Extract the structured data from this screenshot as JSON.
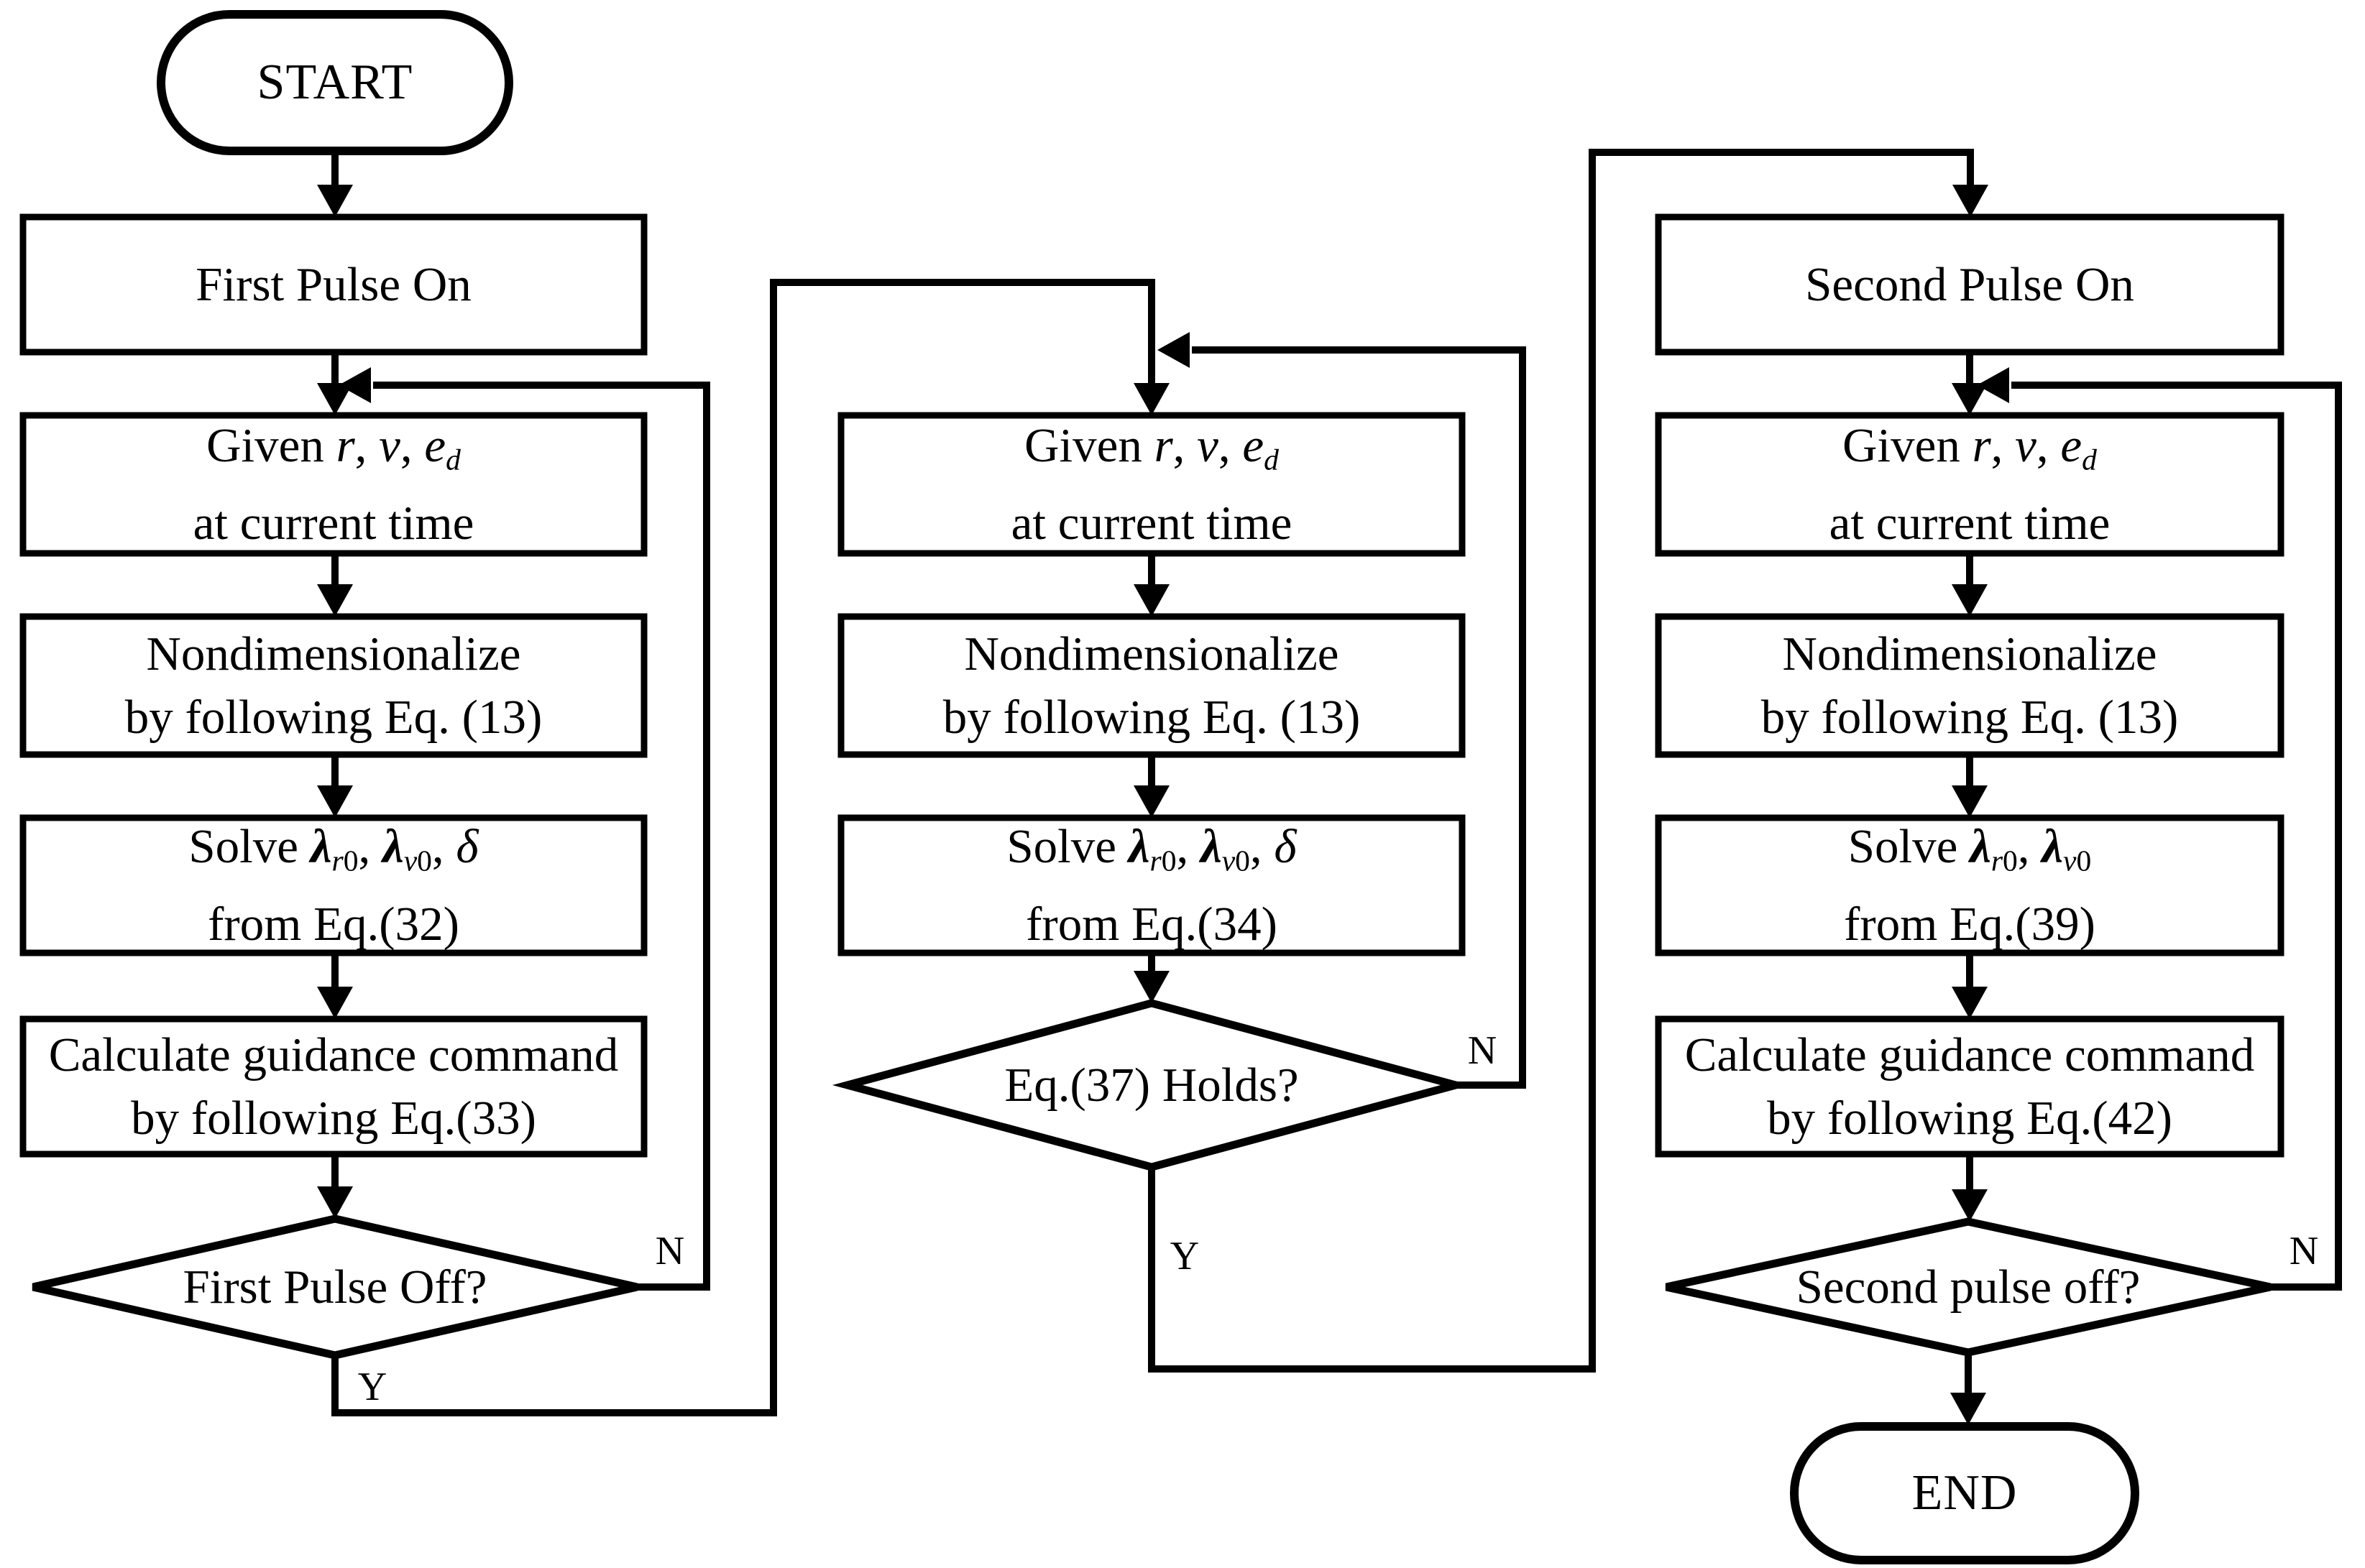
{
  "figure": {
    "type": "flowchart",
    "background": "#ffffff",
    "line_color": "#000000"
  },
  "branch_labels": {
    "yes": "Y",
    "no": "N"
  },
  "nodes": {
    "start": {
      "type": "terminator",
      "lines": [
        [
          {
            "t": "START"
          }
        ]
      ]
    },
    "first_pulse_on": {
      "type": "process",
      "lines": [
        [
          {
            "t": "First Pulse On"
          }
        ]
      ]
    },
    "given_1": {
      "type": "process",
      "lines": [
        [
          {
            "t": "Given "
          },
          {
            "t": "r",
            "s": "i"
          },
          {
            "t": ", "
          },
          {
            "t": "v",
            "s": "i"
          },
          {
            "t": ", "
          },
          {
            "t": "e",
            "s": "i"
          },
          {
            "t": "d",
            "s": "subi"
          }
        ],
        [
          {
            "t": "at current time"
          }
        ]
      ]
    },
    "nondimensionalize_1": {
      "type": "process",
      "lines": [
        [
          {
            "t": "Nondimensionalize"
          }
        ],
        [
          {
            "t": "by following Eq. (13)"
          }
        ]
      ]
    },
    "solve_1": {
      "type": "process",
      "lines": [
        [
          {
            "t": "Solve "
          },
          {
            "t": "λ",
            "s": "bi"
          },
          {
            "t": "r",
            "s": "subi"
          },
          {
            "t": "0",
            "s": "sub"
          },
          {
            "t": ", "
          },
          {
            "t": "λ",
            "s": "bi"
          },
          {
            "t": "v",
            "s": "subi"
          },
          {
            "t": "0",
            "s": "sub"
          },
          {
            "t": ", "
          },
          {
            "t": "δ",
            "s": "i"
          }
        ],
        [
          {
            "t": "from Eq.(32)"
          }
        ]
      ]
    },
    "calculate_1": {
      "type": "process",
      "lines": [
        [
          {
            "t": "Calculate guidance command"
          }
        ],
        [
          {
            "t": "by following Eq.(33)"
          }
        ]
      ]
    },
    "first_pulse_off": {
      "type": "decision",
      "lines": [
        [
          {
            "t": "First Pulse Off?"
          }
        ]
      ]
    },
    "given_2": {
      "type": "process",
      "lines": [
        [
          {
            "t": "Given "
          },
          {
            "t": "r",
            "s": "i"
          },
          {
            "t": ", "
          },
          {
            "t": "v",
            "s": "i"
          },
          {
            "t": ", "
          },
          {
            "t": "e",
            "s": "i"
          },
          {
            "t": "d",
            "s": "subi"
          }
        ],
        [
          {
            "t": "at current time"
          }
        ]
      ]
    },
    "nondimensionalize_2": {
      "type": "process",
      "lines": [
        [
          {
            "t": "Nondimensionalize"
          }
        ],
        [
          {
            "t": "by following Eq. (13)"
          }
        ]
      ]
    },
    "solve_2": {
      "type": "process",
      "lines": [
        [
          {
            "t": "Solve "
          },
          {
            "t": "λ",
            "s": "bi"
          },
          {
            "t": "r",
            "s": "subi"
          },
          {
            "t": "0",
            "s": "sub"
          },
          {
            "t": ", "
          },
          {
            "t": "λ",
            "s": "bi"
          },
          {
            "t": "v",
            "s": "subi"
          },
          {
            "t": "0",
            "s": "sub"
          },
          {
            "t": ", "
          },
          {
            "t": "δ",
            "s": "i"
          }
        ],
        [
          {
            "t": "from Eq.(34)"
          }
        ]
      ]
    },
    "eq37_holds": {
      "type": "decision",
      "lines": [
        [
          {
            "t": "Eq.(37) Holds?"
          }
        ]
      ]
    },
    "second_pulse_on": {
      "type": "process",
      "lines": [
        [
          {
            "t": "Second Pulse On"
          }
        ]
      ]
    },
    "given_3": {
      "type": "process",
      "lines": [
        [
          {
            "t": "Given "
          },
          {
            "t": "r",
            "s": "i"
          },
          {
            "t": ", "
          },
          {
            "t": "v",
            "s": "i"
          },
          {
            "t": ", "
          },
          {
            "t": "e",
            "s": "i"
          },
          {
            "t": "d",
            "s": "subi"
          }
        ],
        [
          {
            "t": "at current time"
          }
        ]
      ]
    },
    "nondimensionalize_3": {
      "type": "process",
      "lines": [
        [
          {
            "t": "Nondimensionalize"
          }
        ],
        [
          {
            "t": "by following Eq. (13)"
          }
        ]
      ]
    },
    "solve_3": {
      "type": "process",
      "lines": [
        [
          {
            "t": "Solve "
          },
          {
            "t": "λ",
            "s": "bi"
          },
          {
            "t": "r",
            "s": "subi"
          },
          {
            "t": "0",
            "s": "sub"
          },
          {
            "t": ", "
          },
          {
            "t": "λ",
            "s": "bi"
          },
          {
            "t": "v",
            "s": "subi"
          },
          {
            "t": "0",
            "s": "sub"
          }
        ],
        [
          {
            "t": "from Eq.(39)"
          }
        ]
      ]
    },
    "calculate_3": {
      "type": "process",
      "lines": [
        [
          {
            "t": "Calculate guidance command"
          }
        ],
        [
          {
            "t": "by following Eq.(42)"
          }
        ]
      ]
    },
    "second_pulse_off": {
      "type": "decision",
      "lines": [
        [
          {
            "t": "Second pulse off?"
          }
        ]
      ]
    },
    "end": {
      "type": "terminator",
      "lines": [
        [
          {
            "t": "END"
          }
        ]
      ]
    }
  }
}
